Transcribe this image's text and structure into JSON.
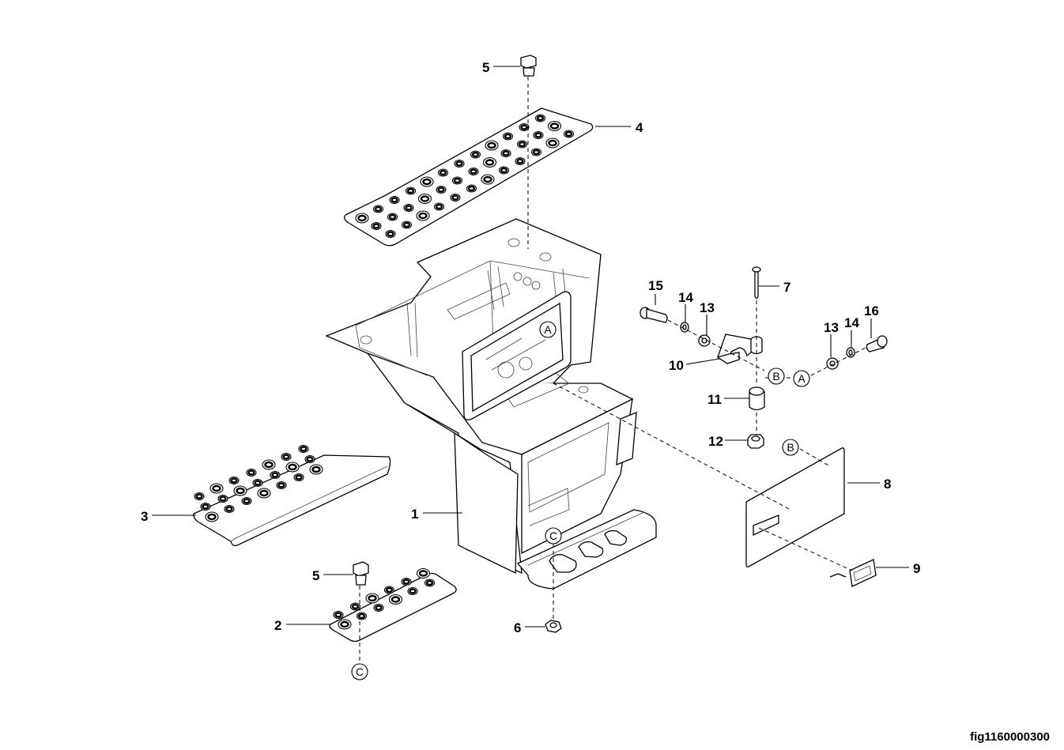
{
  "callouts": [
    "1",
    "2",
    "3",
    "4",
    "5",
    "5",
    "6",
    "7",
    "8",
    "9",
    "10",
    "11",
    "12",
    "13",
    "13",
    "14",
    "14",
    "15",
    "16"
  ],
  "refs": [
    "A",
    "A",
    "B",
    "B",
    "C",
    "C"
  ],
  "figure_id": "fig1160000300"
}
